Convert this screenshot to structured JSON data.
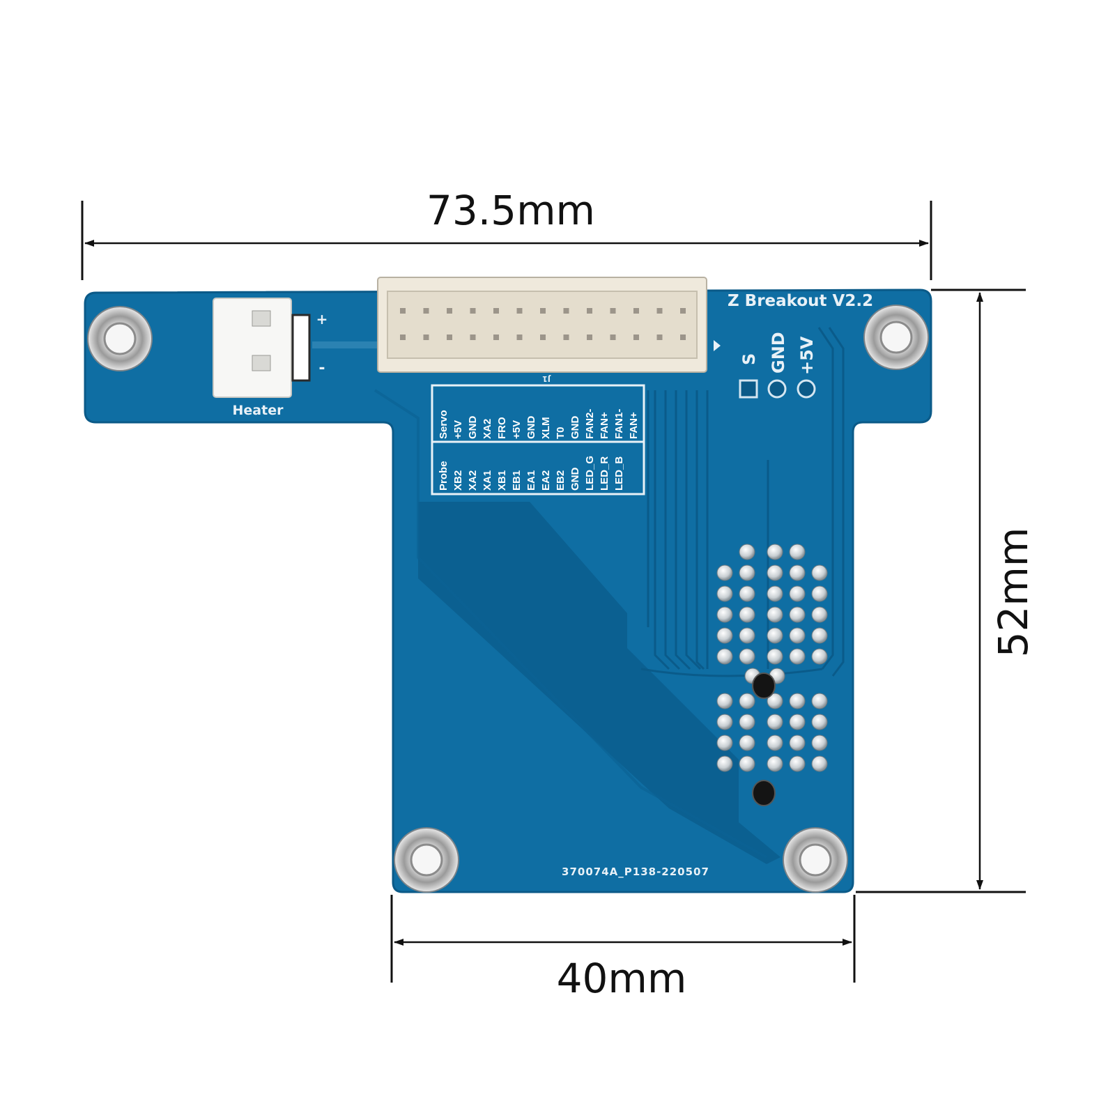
{
  "dimensions": {
    "width_total": "73.5mm",
    "height": "52mm",
    "width_bottom": "40mm"
  },
  "board": {
    "title": "Z Breakout V2.2",
    "part_number": "370074A_P138-220507",
    "connector_ref": "J1",
    "heater": {
      "label": "Heater",
      "plus": "+",
      "minus": "-"
    },
    "header_pins": [
      {
        "label": "S"
      },
      {
        "label": "GND"
      },
      {
        "label": "+5V"
      }
    ],
    "pinout_top": [
      "Servo",
      "+5V",
      "GND",
      "XA2",
      "FRO",
      "+5V",
      "GND",
      "XLM",
      "T0",
      "GND",
      "FAN2-",
      "FAN+",
      "FAN1-",
      "FAN+"
    ],
    "pinout_bottom": [
      "Probe",
      "XB2",
      "XA2",
      "XA1",
      "XB1",
      "EB1",
      "EA1",
      "EA2",
      "EB2",
      "GND",
      "LED_G",
      "LED_R",
      "LED_B"
    ]
  },
  "colors": {
    "pcb": "#0f6ea3",
    "pcb_edge": "#0b5a88",
    "pcb_dark": "#0a5683",
    "connector": "#efe9dc",
    "dimension_line": "#111111"
  }
}
